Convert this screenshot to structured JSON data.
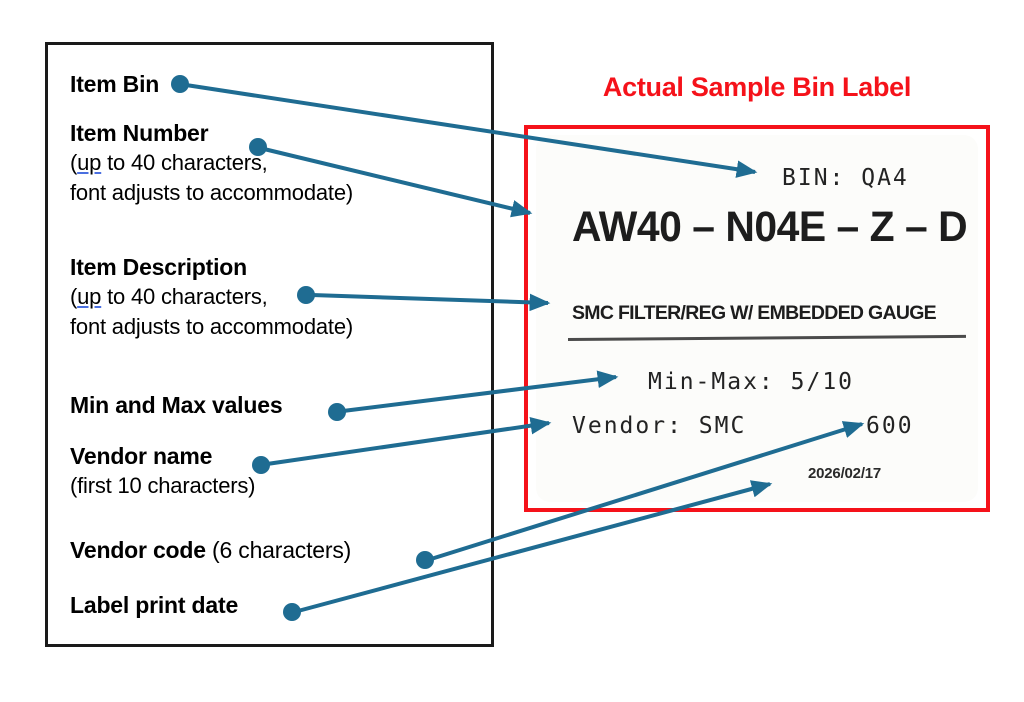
{
  "legend": {
    "items": [
      {
        "id": "item-bin",
        "title": "Item Bin",
        "sub1": "",
        "sub2": ""
      },
      {
        "id": "item-number",
        "title": "Item Number",
        "sub_prefix": "(",
        "sub_underlined": "up",
        "sub1_rest": " to 40 characters,",
        "sub2": "font adjusts to accommodate)"
      },
      {
        "id": "item-description",
        "title": "Item Description",
        "sub_prefix": "(",
        "sub_underlined": "up",
        "sub1_rest": " to 40 characters,",
        "sub2": "font adjusts to accommodate)"
      },
      {
        "id": "min-max-values",
        "title": "Min and Max values",
        "sub1": "",
        "sub2": ""
      },
      {
        "id": "vendor-name",
        "title": "Vendor name",
        "sub1": "(first 10 characters)",
        "sub2": ""
      },
      {
        "id": "vendor-code",
        "title": "Vendor code",
        "title_suffix": " (6 characters)",
        "sub1": "",
        "sub2": ""
      },
      {
        "id": "label-print-date",
        "title": "Label print date",
        "sub1": "",
        "sub2": ""
      }
    ]
  },
  "sample": {
    "title": "Actual Sample Bin Label",
    "title_color": "#F5121A",
    "border_color": "#F5121A",
    "label": {
      "bin_line": "BIN:  QA4",
      "item_number": "AW40 – N04E – Z – D",
      "item_description": "SMC FILTER/REG W/ EMBEDDED GAUGE",
      "min_max_line": "Min-Max:  5/10",
      "vendor_line": "Vendor:  SMC",
      "vendor_code": "600",
      "print_date": "2026/02/17"
    }
  },
  "connector": {
    "color": "#1F6C92",
    "dot_radius": 9,
    "line_width": 4
  }
}
